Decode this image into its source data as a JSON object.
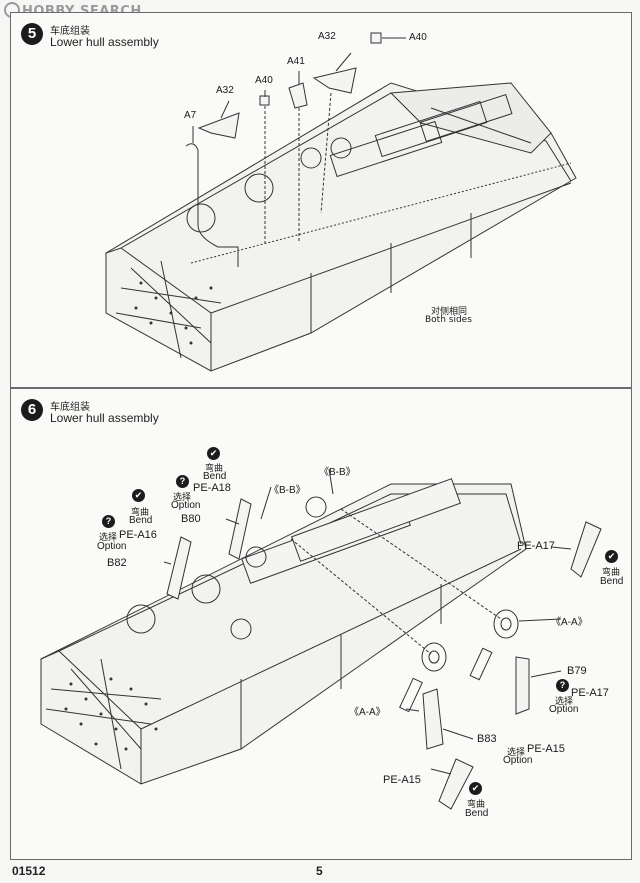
{
  "watermark": "HOBBY SEARCH",
  "step5": {
    "number": "5",
    "title_cn": "车底组装",
    "title_en": "Lower hull assembly",
    "callouts": {
      "a32_top": "A32",
      "a40_top": "A40",
      "a41": "A41",
      "a40_mid": "A40",
      "a32_mid": "A32",
      "a7": "A7"
    },
    "both_sides_cn": "对侧相同",
    "both_sides_en": "Both sides"
  },
  "step6": {
    "number": "6",
    "title_cn": "车底组装",
    "title_en": "Lower hull assembly",
    "bend_cn": "弯曲",
    "bend_en": "Bend",
    "option_cn": "选择",
    "option_en": "Option",
    "callouts": {
      "pe_a18": "PE-A18",
      "b80": "B80",
      "pe_a16": "PE-A16",
      "b82": "B82",
      "bb1": "《B-B》",
      "bb2": "《B-B》",
      "pe_a17_top": "PE-A17",
      "aa1": "《A-A》",
      "b79": "B79",
      "pe_a17_mid": "PE-A17",
      "aa2": "《A-A》",
      "b83": "B83",
      "pe_a15_right": "PE-A15",
      "pe_a15_bottom": "PE-A15"
    },
    "badges": {
      "bend_icon": "✔",
      "option_icon": "?"
    }
  },
  "footer": {
    "code": "01512",
    "page": "5"
  }
}
